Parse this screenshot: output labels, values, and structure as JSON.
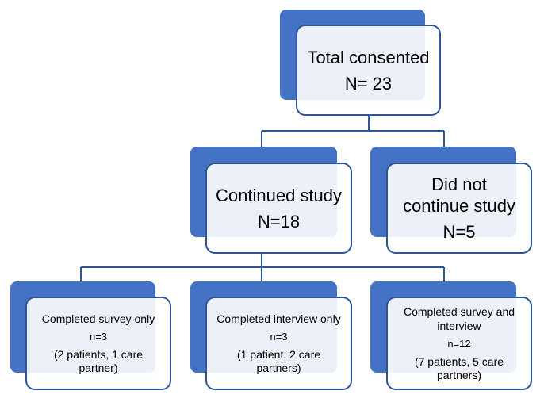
{
  "diagram": {
    "colors": {
      "shadow": "#4472c4",
      "border": "#2f5597",
      "connector": "#2f5597"
    },
    "root": {
      "title": "Total consented",
      "count": "N= 23"
    },
    "level1": {
      "continued": {
        "title": "Continued study",
        "count": "N=18"
      },
      "discontinued": {
        "title": "Did not continue study",
        "count": "N=5"
      }
    },
    "level2": {
      "survey_only": {
        "title": "Completed survey only",
        "count": "n=3",
        "detail": "(2 patients, 1 care partner)"
      },
      "interview_only": {
        "title": "Completed interview only",
        "count": "n=3",
        "detail": "(1 patient, 2 care partners)"
      },
      "survey_and_interview": {
        "title": "Completed survey and interview",
        "count": "n=12",
        "detail": "(7 patients, 5 care partners)"
      }
    }
  }
}
